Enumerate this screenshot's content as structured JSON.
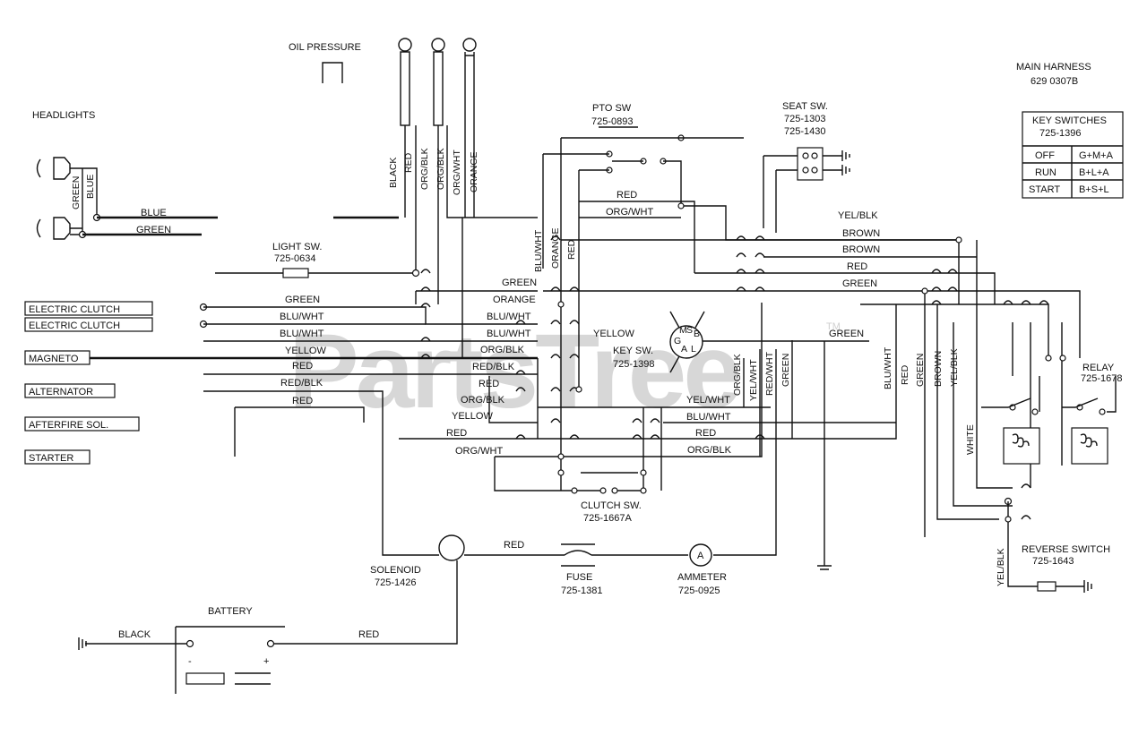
{
  "watermark": {
    "text": "PartsTree",
    "tm": "TM"
  },
  "title_block": {
    "line1": "MAIN HARNESS",
    "line2": "629 0307B"
  },
  "key_switch_table": {
    "title": "KEY SWITCHES",
    "part": "725-1396",
    "rows": [
      {
        "pos": "OFF",
        "contacts": "G+M+A"
      },
      {
        "pos": "RUN",
        "contacts": "B+L+A"
      },
      {
        "pos": "START",
        "contacts": "B+S+L"
      }
    ]
  },
  "left_terminals": {
    "electric_clutch_1": "ELECTRIC CLUTCH",
    "electric_clutch_2": "ELECTRIC CLUTCH",
    "magneto": "MAGNETO",
    "alternator": "ALTERNATOR",
    "afterfire": "AFTERFIRE SOL.",
    "starter": "STARTER"
  },
  "components": {
    "oil_pressure": "OIL PRESSURE",
    "headlights": "HEADLIGHTS",
    "light_sw": {
      "name": "LIGHT SW.",
      "part": "725-0634"
    },
    "pto_sw": {
      "name": "PTO SW",
      "part": "725-0893"
    },
    "seat_sw": {
      "name": "SEAT SW.",
      "part1": "725-1303",
      "part2": "725-1430"
    },
    "key_sw": {
      "name": "KEY SW.",
      "part": "725-1398"
    },
    "clutch_sw": {
      "name": "CLUTCH SW.",
      "part": "725-1667A"
    },
    "solenoid": {
      "name": "SOLENOID",
      "part": "725-1426"
    },
    "fuse": {
      "name": "FUSE",
      "part": "725-1381"
    },
    "ammeter": {
      "name": "AMMETER",
      "part": "725-0925",
      "symbol": "A"
    },
    "relay": {
      "name": "RELAY",
      "part": "725-1678"
    },
    "reverse_switch": {
      "name": "REVERSE SWITCH",
      "part": "725-1643"
    },
    "battery": {
      "name": "BATTERY",
      "neg": "-",
      "pos": "+"
    },
    "key_letters": {
      "s": "S",
      "b": "B",
      "g": "G",
      "m": "M",
      "a": "A",
      "l": "L"
    }
  },
  "wire_labels": {
    "blue": "BLUE",
    "green": "GREEN",
    "hl_green_v": "GREEN",
    "hl_blue_v": "BLUE",
    "black_v": "BLACK",
    "red_v": "RED",
    "org_blk_v": "ORG/BLK",
    "org_blk_v2": "ORG/BLK",
    "org_wht_v": "ORG/WHT",
    "orange_v": "ORANGE",
    "red_pto": "RED",
    "org_wht_pto": "ORG/WHT",
    "yel_blk_top": "YEL/BLK",
    "brown_top": "BROWN",
    "brown_top2": "BROWN",
    "red_top": "RED",
    "green_top": "GREEN",
    "blu_wht_v_mid": "BLU/WHT",
    "orange_v_mid": "ORANGE",
    "red_v_mid": "RED",
    "green_mid": "GREEN",
    "orange_mid": "ORANGE",
    "green_left": "GREEN",
    "blu_wht_left1": "BLU/WHT",
    "blu_wht_left2": "BLU/WHT",
    "blu_wht_mid1": "BLU/WHT",
    "blu_wht_mid2": "BLU/WHT",
    "yellow_left": "YELLOW",
    "yellow_mid": "YELLOW",
    "org_blk_mid": "ORG/BLK",
    "red_left": "RED",
    "red_blk_left": "RED/BLK",
    "red_blk_mid": "RED/BLK",
    "red_mid": "RED",
    "red_left3": "RED",
    "org_blk_mid2": "ORG/BLK",
    "yellow_low": "YELLOW",
    "red_low": "RED",
    "org_wht_low": "ORG/WHT",
    "green_keysw": "GREEN",
    "org_blk_ks_v": "ORG/BLK",
    "yel_wht_ks_v": "YEL/WHT",
    "red_wht_ks_v": "RED/WHT",
    "green_ks_v": "GREEN",
    "yel_wht_h": "YEL/WHT",
    "blu_wht_h": "BLU/WHT",
    "red_h": "RED",
    "org_blk_h": "ORG/BLK",
    "blu_wht_r": "BLU/WHT",
    "red_r": "RED",
    "green_r": "GREEN",
    "brown_r": "BROWN",
    "yel_blk_r": "YEL/BLK",
    "white_r": "WHITE",
    "yel_blk_rev": "YEL/BLK",
    "red_batt": "RED",
    "black_batt": "BLACK",
    "red_fuse": "RED"
  }
}
